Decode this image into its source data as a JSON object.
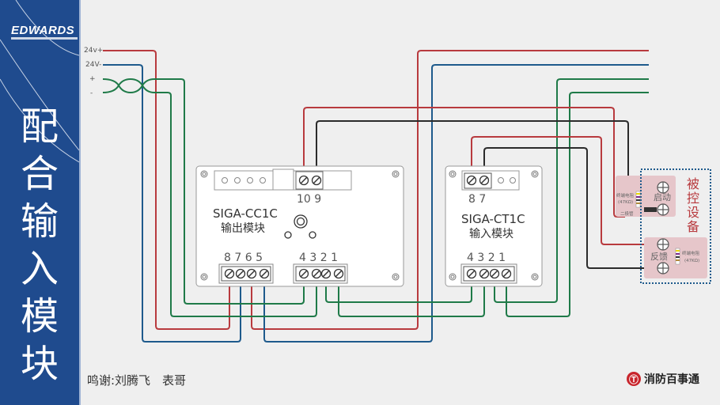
{
  "sidebar": {
    "logo": "EDWARDS",
    "title_chars": [
      "配",
      "合",
      "输",
      "入",
      "模",
      "块"
    ]
  },
  "power_labels": {
    "v_plus": "24v+",
    "v_minus": "24V-",
    "sig_plus": "+",
    "sig_minus": "-"
  },
  "module_cc1c": {
    "model": "SIGA-CC1C",
    "name": "输出模块",
    "top_terminals": "10 9",
    "bottom_left_terminals": "8 7 6 5",
    "bottom_right_terminals": "4 3 2 1"
  },
  "module_ct1c": {
    "model": "SIGA-CT1C",
    "name": "输入模块",
    "top_terminals": "8 7",
    "bottom_terminals": "4 3 2 1"
  },
  "controlled_device": {
    "title_chars": [
      "被",
      "控",
      "设",
      "备"
    ],
    "start_label": "启动",
    "feedback_label": "反馈",
    "resistor_label_1": "终端电阻",
    "resistor_value_1": "(47KΩ)",
    "diode_label": "二极管",
    "resistor_label_2": "终端电阻",
    "resistor_value_2": "(47KΩ)"
  },
  "wire_colors": {
    "red": "#b83a3e",
    "blue": "#1e5a8c",
    "green": "#1f7a48",
    "black": "#2b2b2b"
  },
  "footer": {
    "credit": "鸣谢:刘腾飞　表哥",
    "brand": "消防百事通",
    "brand_icon": "fire-hydrant-icon"
  }
}
